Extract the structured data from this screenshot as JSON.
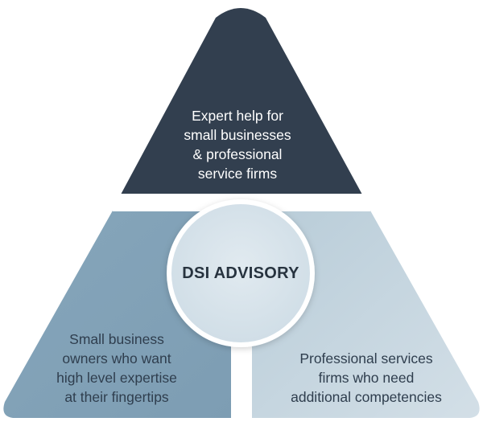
{
  "diagram": {
    "center_label": "DSI ADVISORY",
    "top_segment": {
      "lines": [
        "Expert help for",
        "small businesses",
        "& professional",
        "service firms"
      ],
      "color": "#323f4f"
    },
    "left_segment": {
      "lines": [
        "Small business",
        "owners who want",
        "high level expertise",
        "at their fingertips"
      ],
      "color": "#8aa9bd"
    },
    "right_segment": {
      "lines": [
        "Professional services",
        "firms who need",
        "additional competencies"
      ],
      "color": "#c9d7e0"
    },
    "center_circle_color": "#d4e1e9"
  }
}
